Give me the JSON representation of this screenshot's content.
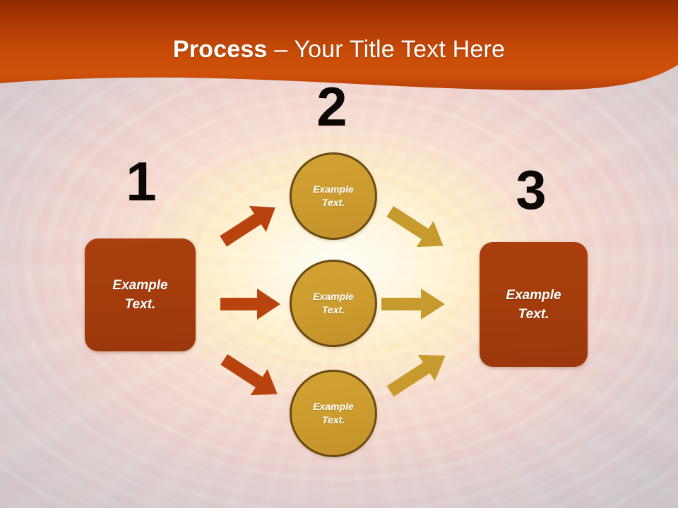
{
  "slide": {
    "title_strong": "Process",
    "title_rest": " – Your Title Text Here"
  },
  "colors": {
    "header_top": "#9c3000",
    "header_bottom": "#d4550a",
    "box_fill": "#a33c0c",
    "circle_fill": "#cc9b2e",
    "circle_border": "#6b4a10",
    "arrow_left": "#b8430f",
    "arrow_right": "#c79a2e",
    "number": "#0b0805",
    "title_text": "#ffffff",
    "background_base": "#d6d1d3"
  },
  "steps": {
    "numbers": [
      {
        "label": "1"
      },
      {
        "label": "2"
      },
      {
        "label": "3"
      }
    ]
  },
  "boxes": {
    "left": {
      "line1": "Example",
      "line2": "Text."
    },
    "right": {
      "line1": "Example",
      "line2": "Text."
    }
  },
  "circles": [
    {
      "line1": "Example",
      "line2": "Text."
    },
    {
      "line1": "Example",
      "line2": "Text."
    },
    {
      "line1": "Example",
      "line2": "Text."
    }
  ],
  "arrows": {
    "left_up": {
      "name": "arrow-left-up",
      "direction": "up-right"
    },
    "left_mid": {
      "name": "arrow-left-mid",
      "direction": "right"
    },
    "left_down": {
      "name": "arrow-left-down",
      "direction": "down-right"
    },
    "right_up": {
      "name": "arrow-right-up",
      "direction": "down-right"
    },
    "right_mid": {
      "name": "arrow-right-mid",
      "direction": "right"
    },
    "right_down": {
      "name": "arrow-right-down",
      "direction": "up-right"
    }
  }
}
